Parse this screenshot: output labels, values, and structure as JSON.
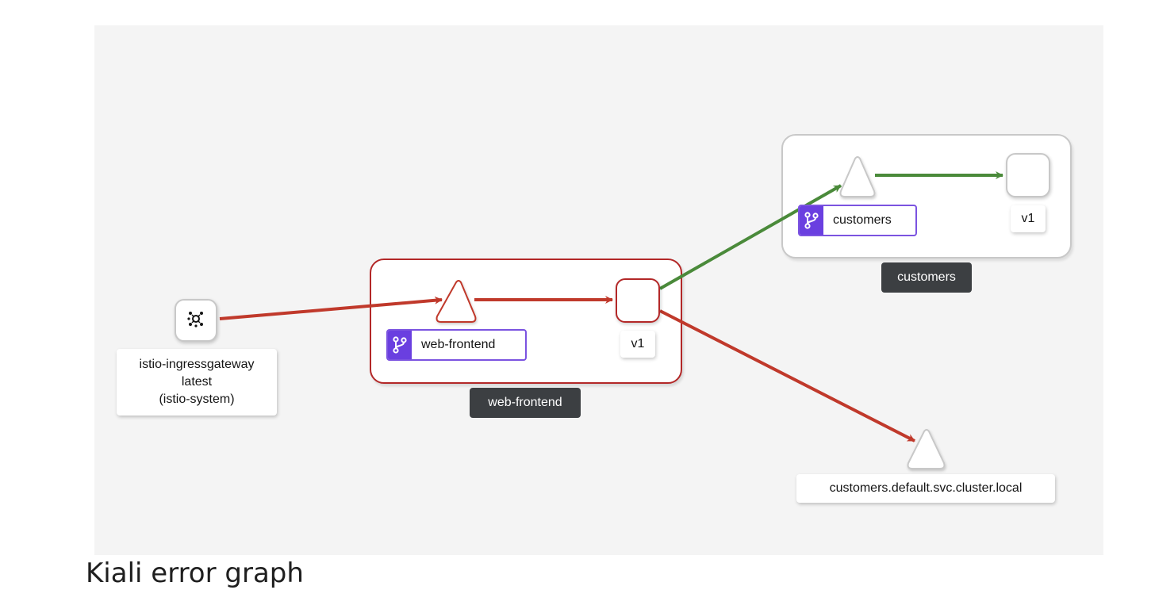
{
  "caption": "Kiali error graph",
  "colors": {
    "error_edge": "#c0392b",
    "healthy_edge": "#4a8a3a",
    "app_badge": "#6a3fe0",
    "box_error_border": "#b32828",
    "box_normal_border": "#c8c8c8"
  },
  "nodes": {
    "gateway": {
      "icon": "istio-gateway-icon",
      "label_lines": [
        "istio-ingressgateway",
        "latest",
        "(istio-system)"
      ]
    },
    "web_frontend": {
      "app_label": "web-frontend",
      "version_label": "v1",
      "box_label": "web-frontend",
      "state": "error"
    },
    "customers": {
      "app_label": "customers",
      "version_label": "v1",
      "box_label": "customers",
      "state": "healthy"
    },
    "external_service": {
      "label": "customers.default.svc.cluster.local"
    }
  },
  "edges": [
    {
      "from": "istio-ingressgateway",
      "to": "web-frontend service",
      "status": "error"
    },
    {
      "from": "web-frontend service",
      "to": "web-frontend v1",
      "status": "error"
    },
    {
      "from": "web-frontend v1",
      "to": "customers service",
      "status": "healthy"
    },
    {
      "from": "customers service",
      "to": "customers v1",
      "status": "healthy"
    },
    {
      "from": "web-frontend v1",
      "to": "customers.default.svc.cluster.local",
      "status": "error"
    }
  ]
}
